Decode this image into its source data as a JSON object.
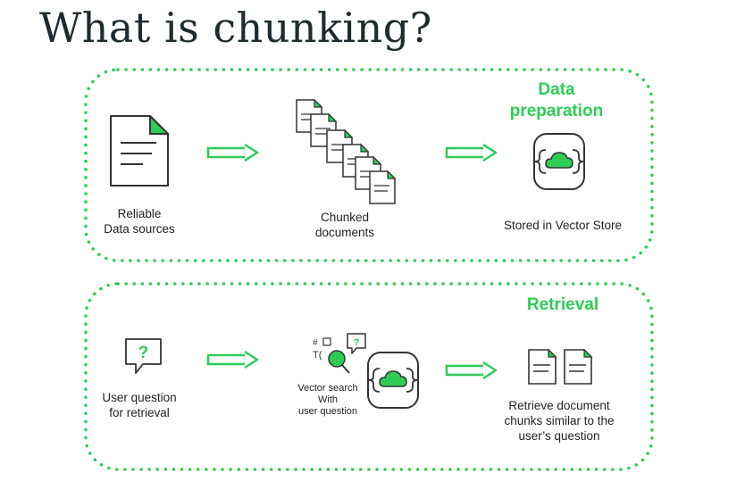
{
  "title": "What is chunking?",
  "colors": {
    "accent": "#2ecc55",
    "ink": "#1e2b2f",
    "stroke": "#333333"
  },
  "preparation": {
    "heading_line1": "Data",
    "heading_line2": "preparation",
    "source_label_1": "Reliable",
    "source_label_2": "Data sources",
    "chunked_label_1": "Chunked",
    "chunked_label_2": "documents",
    "store_label": "Stored in Vector Store"
  },
  "retrieval": {
    "heading": "Retrieval",
    "question_label_1": "User question",
    "question_label_2": "for retrieval",
    "search_label_1": "Vector search",
    "search_label_2": "With",
    "search_label_3": "user question",
    "result_label_1": "Retrieve document",
    "result_label_2": "chunks similar to the",
    "result_label_3": "user’s question"
  }
}
